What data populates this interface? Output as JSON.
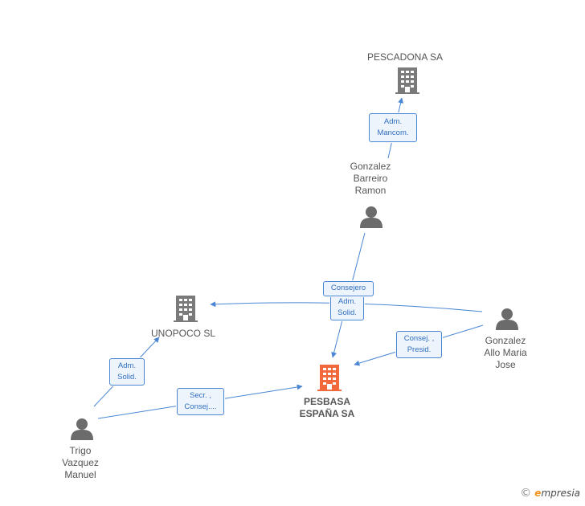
{
  "colors": {
    "edge": "#4a86d4",
    "company_icon": "#7a7a7a",
    "main_company_icon": "#f26a3c",
    "person_icon": "#6b6b6b"
  },
  "nodes": {
    "pescadona": {
      "label": "PESCADONA SA",
      "icon": "building-icon"
    },
    "unopoco": {
      "label": "UNOPOCO SL",
      "icon": "building-icon"
    },
    "pesbasa": {
      "label": "PESBASA\nESPAÑA SA",
      "icon": "building-icon"
    },
    "gonzalez_barreiro": {
      "label": "Gonzalez\nBarreiro\nRamon",
      "icon": "person-icon"
    },
    "gonzalez_allo": {
      "label": "Gonzalez\nAllo Maria\nJose",
      "icon": "person-icon"
    },
    "trigo": {
      "label": "Trigo\nVazquez\nManuel",
      "icon": "person-icon"
    }
  },
  "relations": {
    "barreiro_pescadona": "Adm.\nMancom.",
    "barreiro_pesbasa": "Consejero",
    "allo_unopoco": "Adm.\nSolid.",
    "allo_pesbasa": "Consej. ,\nPresid.",
    "trigo_unopoco": "Adm.\nSolid.",
    "trigo_pesbasa": "Secr. ,\nConsej...."
  },
  "footer": {
    "copyright_symbol": "©",
    "brand_e": "e",
    "brand_rest": "mpresia"
  }
}
